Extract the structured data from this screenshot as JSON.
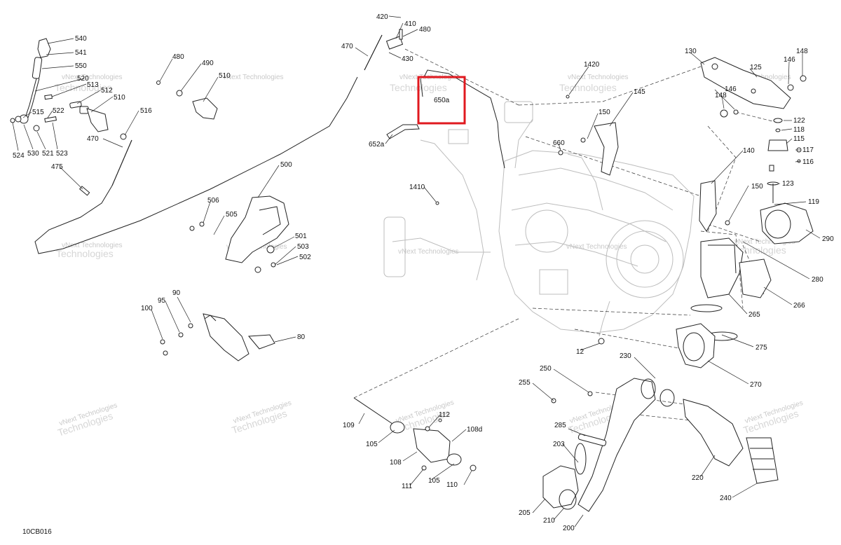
{
  "diagram_code": "10CB016",
  "highlight_label": "650a",
  "watermark_line1": "vNext Technologies",
  "watermark_line2": "Technologies",
  "callouts": [
    {
      "id": "540",
      "label": "540"
    },
    {
      "id": "541",
      "label": "541"
    },
    {
      "id": "550",
      "label": "550"
    },
    {
      "id": "520",
      "label": "520"
    },
    {
      "id": "513",
      "label": "513"
    },
    {
      "id": "512",
      "label": "512"
    },
    {
      "id": "510a",
      "label": "510"
    },
    {
      "id": "516",
      "label": "516"
    },
    {
      "id": "515",
      "label": "515"
    },
    {
      "id": "522",
      "label": "522"
    },
    {
      "id": "524",
      "label": "524"
    },
    {
      "id": "530",
      "label": "530"
    },
    {
      "id": "521",
      "label": "521"
    },
    {
      "id": "523",
      "label": "523"
    },
    {
      "id": "470a",
      "label": "470"
    },
    {
      "id": "475",
      "label": "475"
    },
    {
      "id": "480a",
      "label": "480"
    },
    {
      "id": "490",
      "label": "490"
    },
    {
      "id": "510b",
      "label": "510"
    },
    {
      "id": "470b",
      "label": "470"
    },
    {
      "id": "420",
      "label": "420"
    },
    {
      "id": "410",
      "label": "410"
    },
    {
      "id": "480b",
      "label": "480"
    },
    {
      "id": "430",
      "label": "430"
    },
    {
      "id": "652a",
      "label": "652a"
    },
    {
      "id": "1420",
      "label": "1420"
    },
    {
      "id": "145",
      "label": "145"
    },
    {
      "id": "150a",
      "label": "150"
    },
    {
      "id": "660",
      "label": "660"
    },
    {
      "id": "1410",
      "label": "1410"
    },
    {
      "id": "500",
      "label": "500"
    },
    {
      "id": "506",
      "label": "506"
    },
    {
      "id": "505",
      "label": "505"
    },
    {
      "id": "501",
      "label": "501"
    },
    {
      "id": "503",
      "label": "503"
    },
    {
      "id": "502",
      "label": "502"
    },
    {
      "id": "90",
      "label": "90"
    },
    {
      "id": "95",
      "label": "95"
    },
    {
      "id": "100",
      "label": "100"
    },
    {
      "id": "80",
      "label": "80"
    },
    {
      "id": "130",
      "label": "130"
    },
    {
      "id": "148a",
      "label": "148"
    },
    {
      "id": "146a",
      "label": "146"
    },
    {
      "id": "125",
      "label": "125"
    },
    {
      "id": "148b",
      "label": "148"
    },
    {
      "id": "146b",
      "label": "146"
    },
    {
      "id": "122",
      "label": "122"
    },
    {
      "id": "118",
      "label": "118"
    },
    {
      "id": "115",
      "label": "115"
    },
    {
      "id": "117",
      "label": "117"
    },
    {
      "id": "116",
      "label": "116"
    },
    {
      "id": "140",
      "label": "140"
    },
    {
      "id": "123",
      "label": "123"
    },
    {
      "id": "150b",
      "label": "150"
    },
    {
      "id": "119",
      "label": "119"
    },
    {
      "id": "290",
      "label": "290"
    },
    {
      "id": "280",
      "label": "280"
    },
    {
      "id": "266",
      "label": "266"
    },
    {
      "id": "265",
      "label": "265"
    },
    {
      "id": "275",
      "label": "275"
    },
    {
      "id": "12",
      "label": "12"
    },
    {
      "id": "270",
      "label": "270"
    },
    {
      "id": "230",
      "label": "230"
    },
    {
      "id": "250",
      "label": "250"
    },
    {
      "id": "255",
      "label": "255"
    },
    {
      "id": "285",
      "label": "285"
    },
    {
      "id": "203",
      "label": "203"
    },
    {
      "id": "220",
      "label": "220"
    },
    {
      "id": "240",
      "label": "240"
    },
    {
      "id": "205",
      "label": "205"
    },
    {
      "id": "210",
      "label": "210"
    },
    {
      "id": "200",
      "label": "200"
    },
    {
      "id": "109",
      "label": "109"
    },
    {
      "id": "112",
      "label": "112"
    },
    {
      "id": "108d",
      "label": "108d"
    },
    {
      "id": "105a",
      "label": "105"
    },
    {
      "id": "108",
      "label": "108"
    },
    {
      "id": "105b",
      "label": "105"
    },
    {
      "id": "111",
      "label": "111"
    },
    {
      "id": "110",
      "label": "110"
    }
  ]
}
